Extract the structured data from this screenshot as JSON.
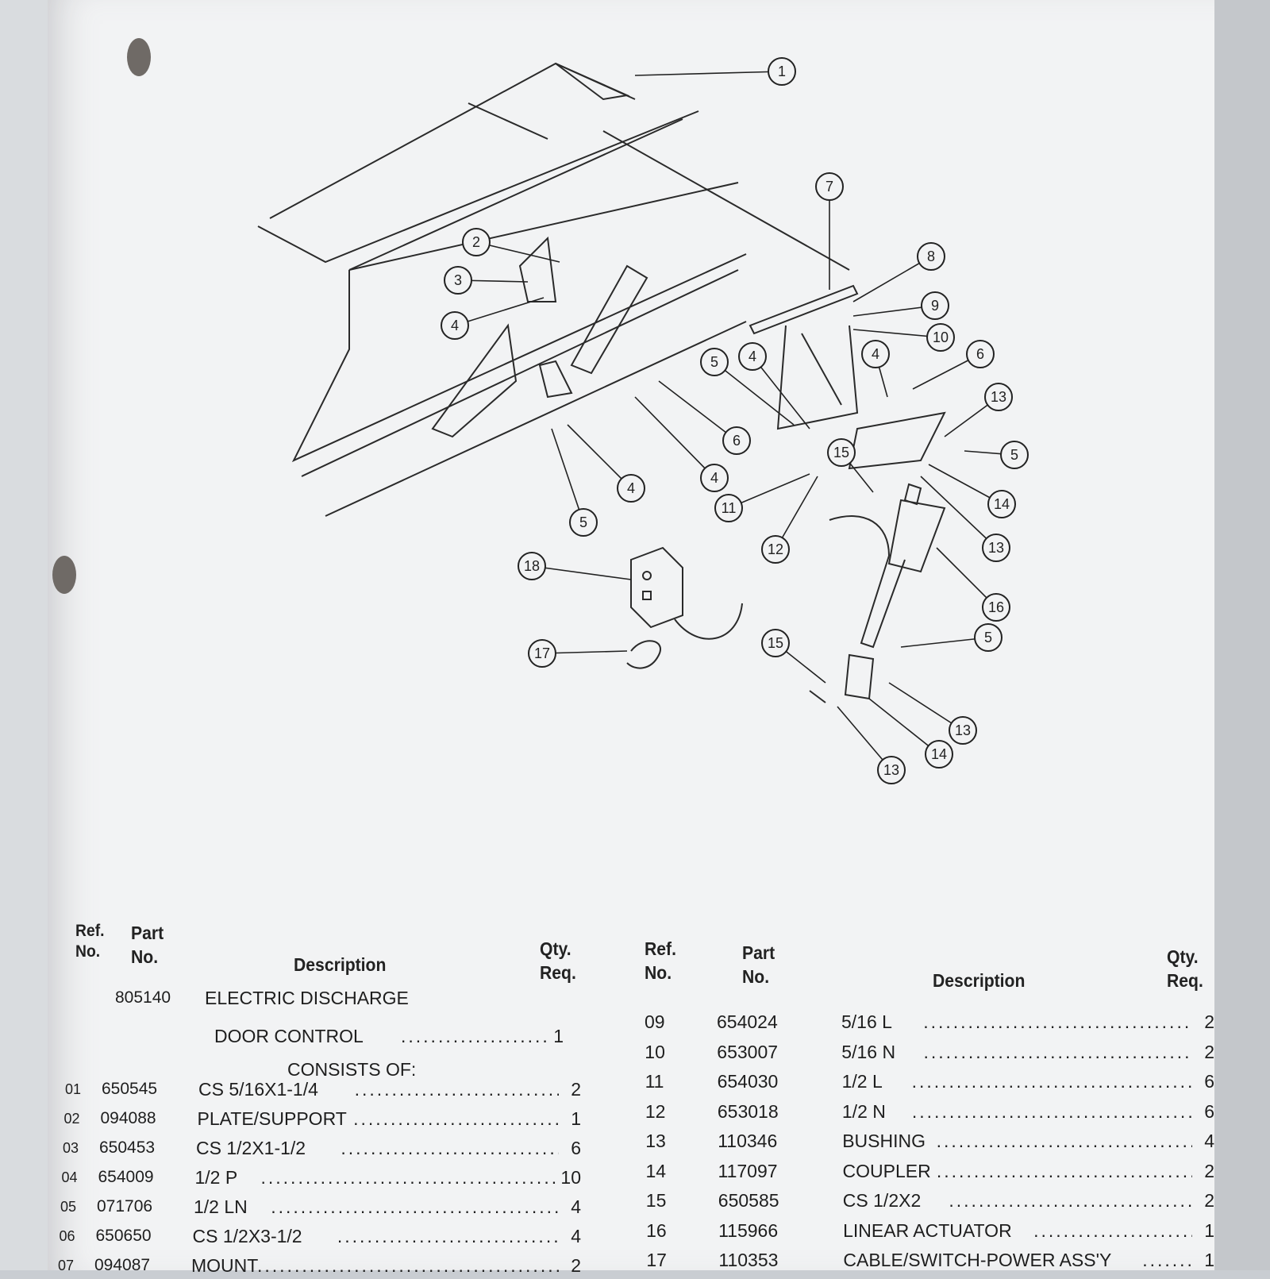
{
  "callouts": [
    "1",
    "2",
    "3",
    "4",
    "5",
    "6",
    "7",
    "8",
    "9",
    "10",
    "11",
    "12",
    "13",
    "14",
    "15",
    "16",
    "17",
    "18"
  ],
  "table_headers": {
    "ref_no_line1": "Ref.",
    "ref_no_line2": "No.",
    "part_no_line1": "Part",
    "part_no_line2": "No.",
    "description": "Description",
    "qty_line1": "Qty.",
    "qty_line2": "Req."
  },
  "assembly": {
    "part_no": "805140",
    "description_line1": "ELECTRIC DISCHARGE",
    "description_line2": "DOOR CONTROL",
    "qty": "1",
    "consists_of": "CONSISTS OF:"
  },
  "left_items": [
    {
      "ref": "01",
      "part": "650545",
      "desc": "CS 5/16X1-1/4",
      "qty": "2"
    },
    {
      "ref": "02",
      "part": "094088",
      "desc": "PLATE/SUPPORT",
      "qty": "1"
    },
    {
      "ref": "03",
      "part": "650453",
      "desc": "CS 1/2X1-1/2",
      "qty": "6"
    },
    {
      "ref": "04",
      "part": "654009",
      "desc": "1/2 P",
      "qty": "10"
    },
    {
      "ref": "05",
      "part": "071706",
      "desc": "1/2 LN",
      "qty": "4"
    },
    {
      "ref": "06",
      "part": "650650",
      "desc": "CS 1/2X3-1/2",
      "qty": "4"
    },
    {
      "ref": "07",
      "part": "094087",
      "desc": "MOUNT",
      "qty": "2"
    }
  ],
  "right_items": [
    {
      "ref": "09",
      "part": "654024",
      "desc": "5/16 L",
      "qty": "2"
    },
    {
      "ref": "10",
      "part": "653007",
      "desc": "5/16 N",
      "qty": "2"
    },
    {
      "ref": "11",
      "part": "654030",
      "desc": "1/2 L",
      "qty": "6"
    },
    {
      "ref": "12",
      "part": "653018",
      "desc": "1/2 N",
      "qty": "6"
    },
    {
      "ref": "13",
      "part": "110346",
      "desc": "BUSHING",
      "qty": "4"
    },
    {
      "ref": "14",
      "part": "117097",
      "desc": "COUPLER",
      "qty": "2"
    },
    {
      "ref": "15",
      "part": "650585",
      "desc": "CS 1/2X2",
      "qty": "2"
    },
    {
      "ref": "16",
      "part": "115966",
      "desc": "LINEAR ACTUATOR",
      "qty": "1"
    },
    {
      "ref": "17",
      "part": "110353",
      "desc": "CABLE/SWITCH-POWER ASS'Y",
      "qty": "1"
    }
  ]
}
